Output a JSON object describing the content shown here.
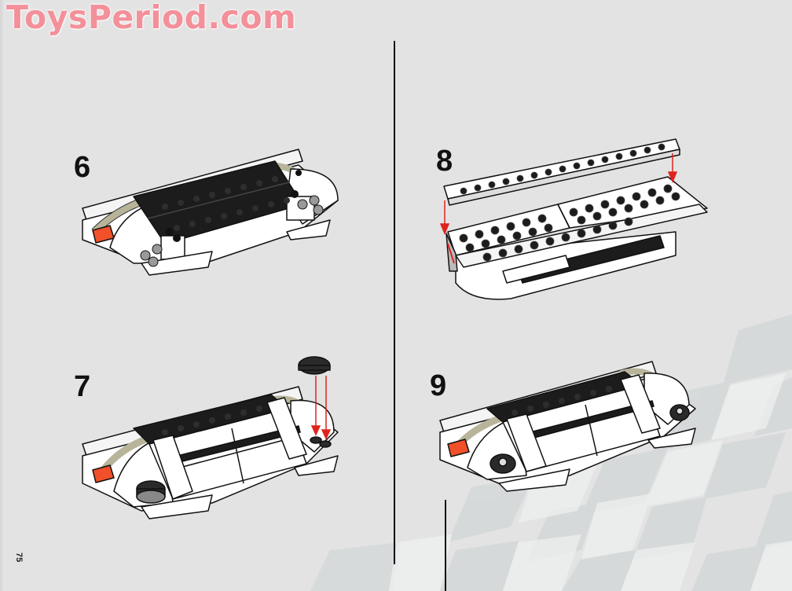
{
  "watermark": "ToysPeriod.com",
  "page_number": "75",
  "steps": [
    {
      "number": "6"
    },
    {
      "number": "7"
    },
    {
      "number": "8"
    },
    {
      "number": "9"
    }
  ],
  "colors": {
    "background": "#e3e3e3",
    "watermark": "#f3909a",
    "arrow": "#e0231c",
    "brick_black": "#1c1c1c",
    "brick_white": "#ffffff",
    "accent_orange": "#f0502a",
    "tan_curve": "#b8b49a"
  },
  "icons": {
    "arrow": "red-down-arrow"
  }
}
